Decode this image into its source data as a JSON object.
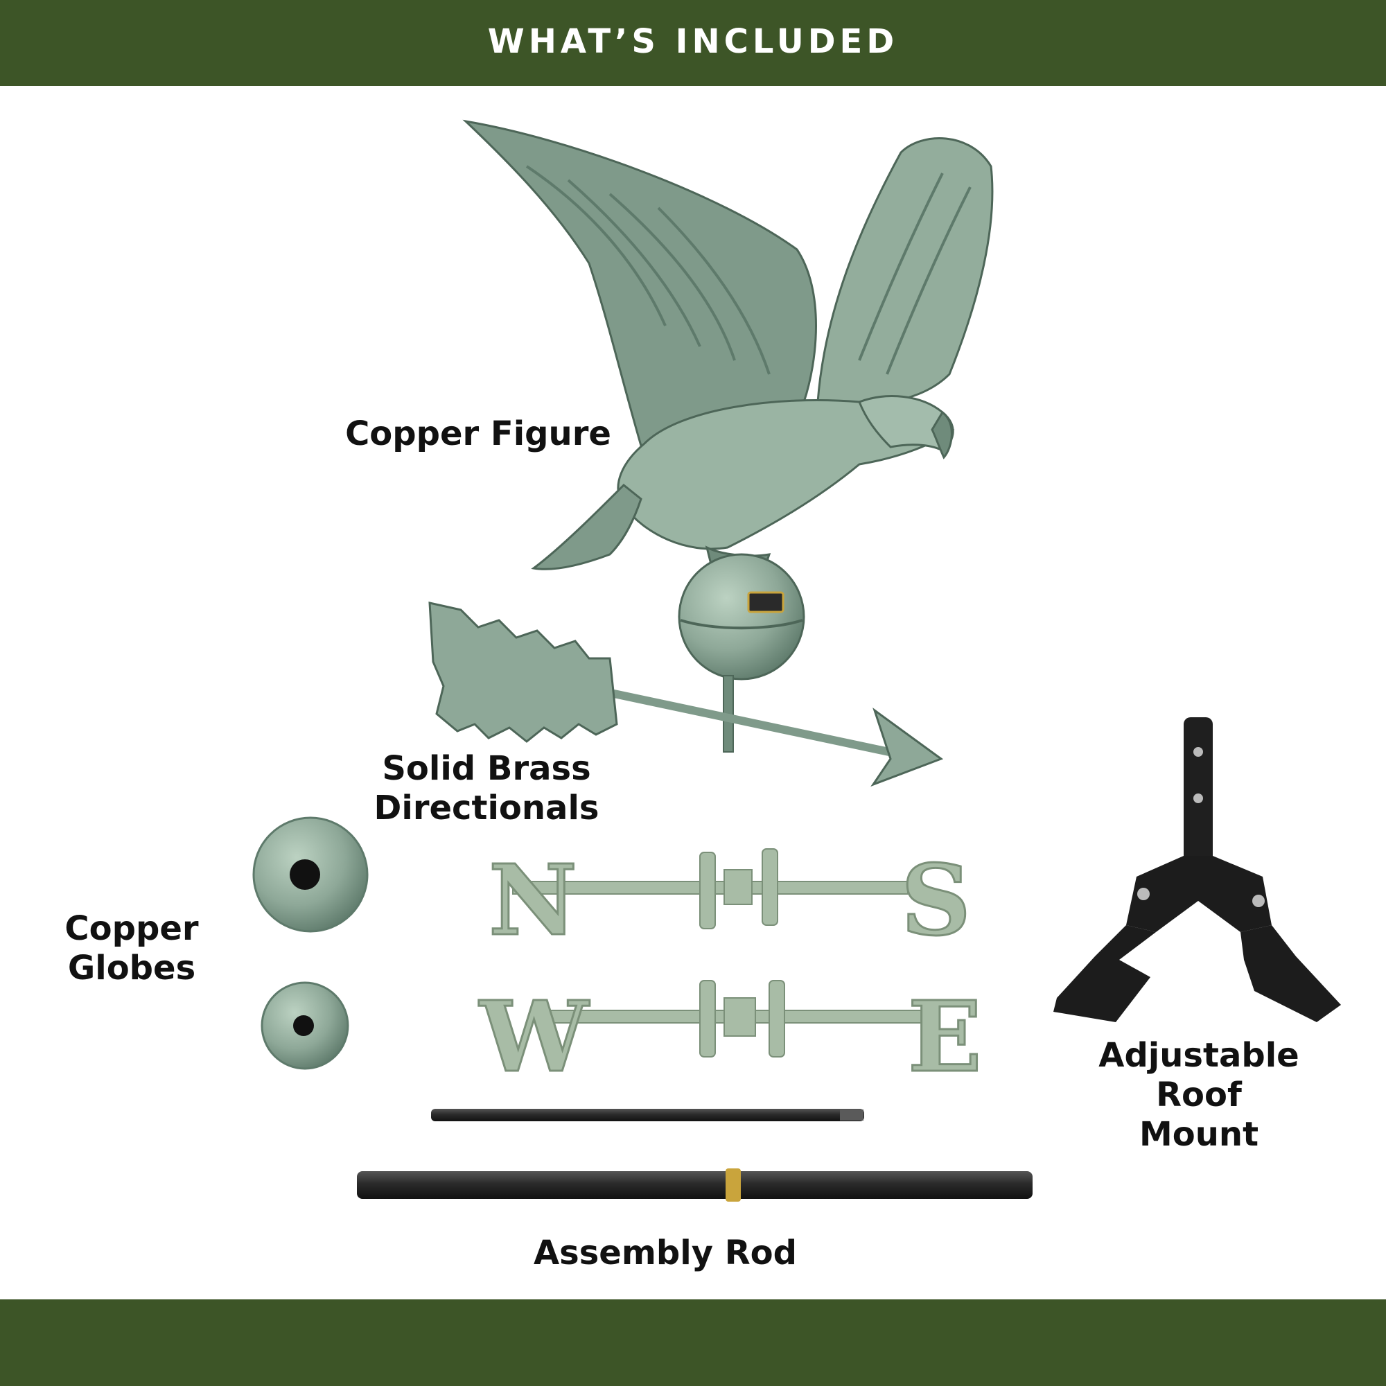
{
  "header": {
    "title": "WHAT’S INCLUDED"
  },
  "labels": {
    "copper_figure": "Copper Figure",
    "directionals": [
      "Solid Brass",
      "Directionals"
    ],
    "copper_globes": [
      "Copper",
      "Globes"
    ],
    "roof_mount": [
      "Adjustable",
      "Roof",
      "Mount"
    ],
    "assembly_rod": "Assembly Rod"
  },
  "directional_letters": {
    "north": "N",
    "south": "S",
    "west": "W",
    "east": "E"
  },
  "colors": {
    "band": "#3d5527",
    "patina": "#8ea898",
    "patina_dark": "#5e7a6b",
    "rod": "#2b2b2b",
    "mount": "#1c1c1c",
    "brass": "#c9a43c"
  },
  "icons": [
    "eagle-figure",
    "arrow-icon",
    "globe-icon",
    "roof-mount-icon"
  ]
}
